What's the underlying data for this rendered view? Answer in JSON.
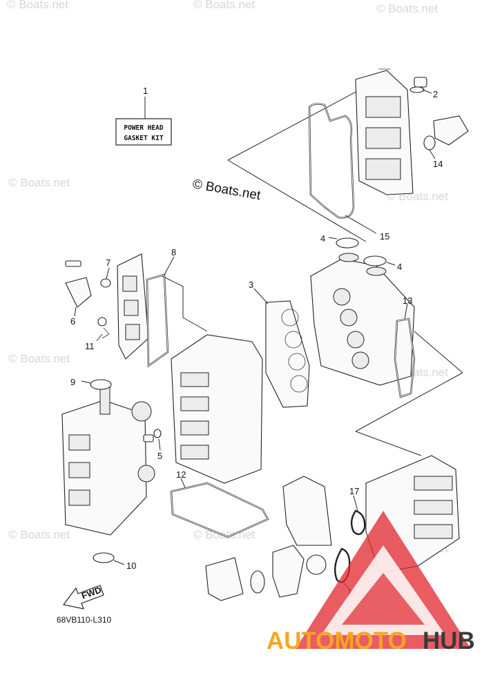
{
  "watermark": "© Boats.net",
  "copyright": "© Boats.net",
  "kit_label": [
    "POWER HEAD",
    "GASKET KIT"
  ],
  "fwd_label": "FWD",
  "diagram_code": "68VB110-L310",
  "brand": {
    "part1": "AUTOMOTO",
    "part2": "HUB",
    "color1": "#f5a623",
    "color2": "#3a3a3a",
    "triangle": "#e0262d"
  },
  "callouts": [
    "1",
    "2",
    "3",
    "4",
    "4",
    "5",
    "6",
    "7",
    "8",
    "9",
    "10",
    "11",
    "12",
    "13",
    "14",
    "15",
    "16",
    "17"
  ]
}
